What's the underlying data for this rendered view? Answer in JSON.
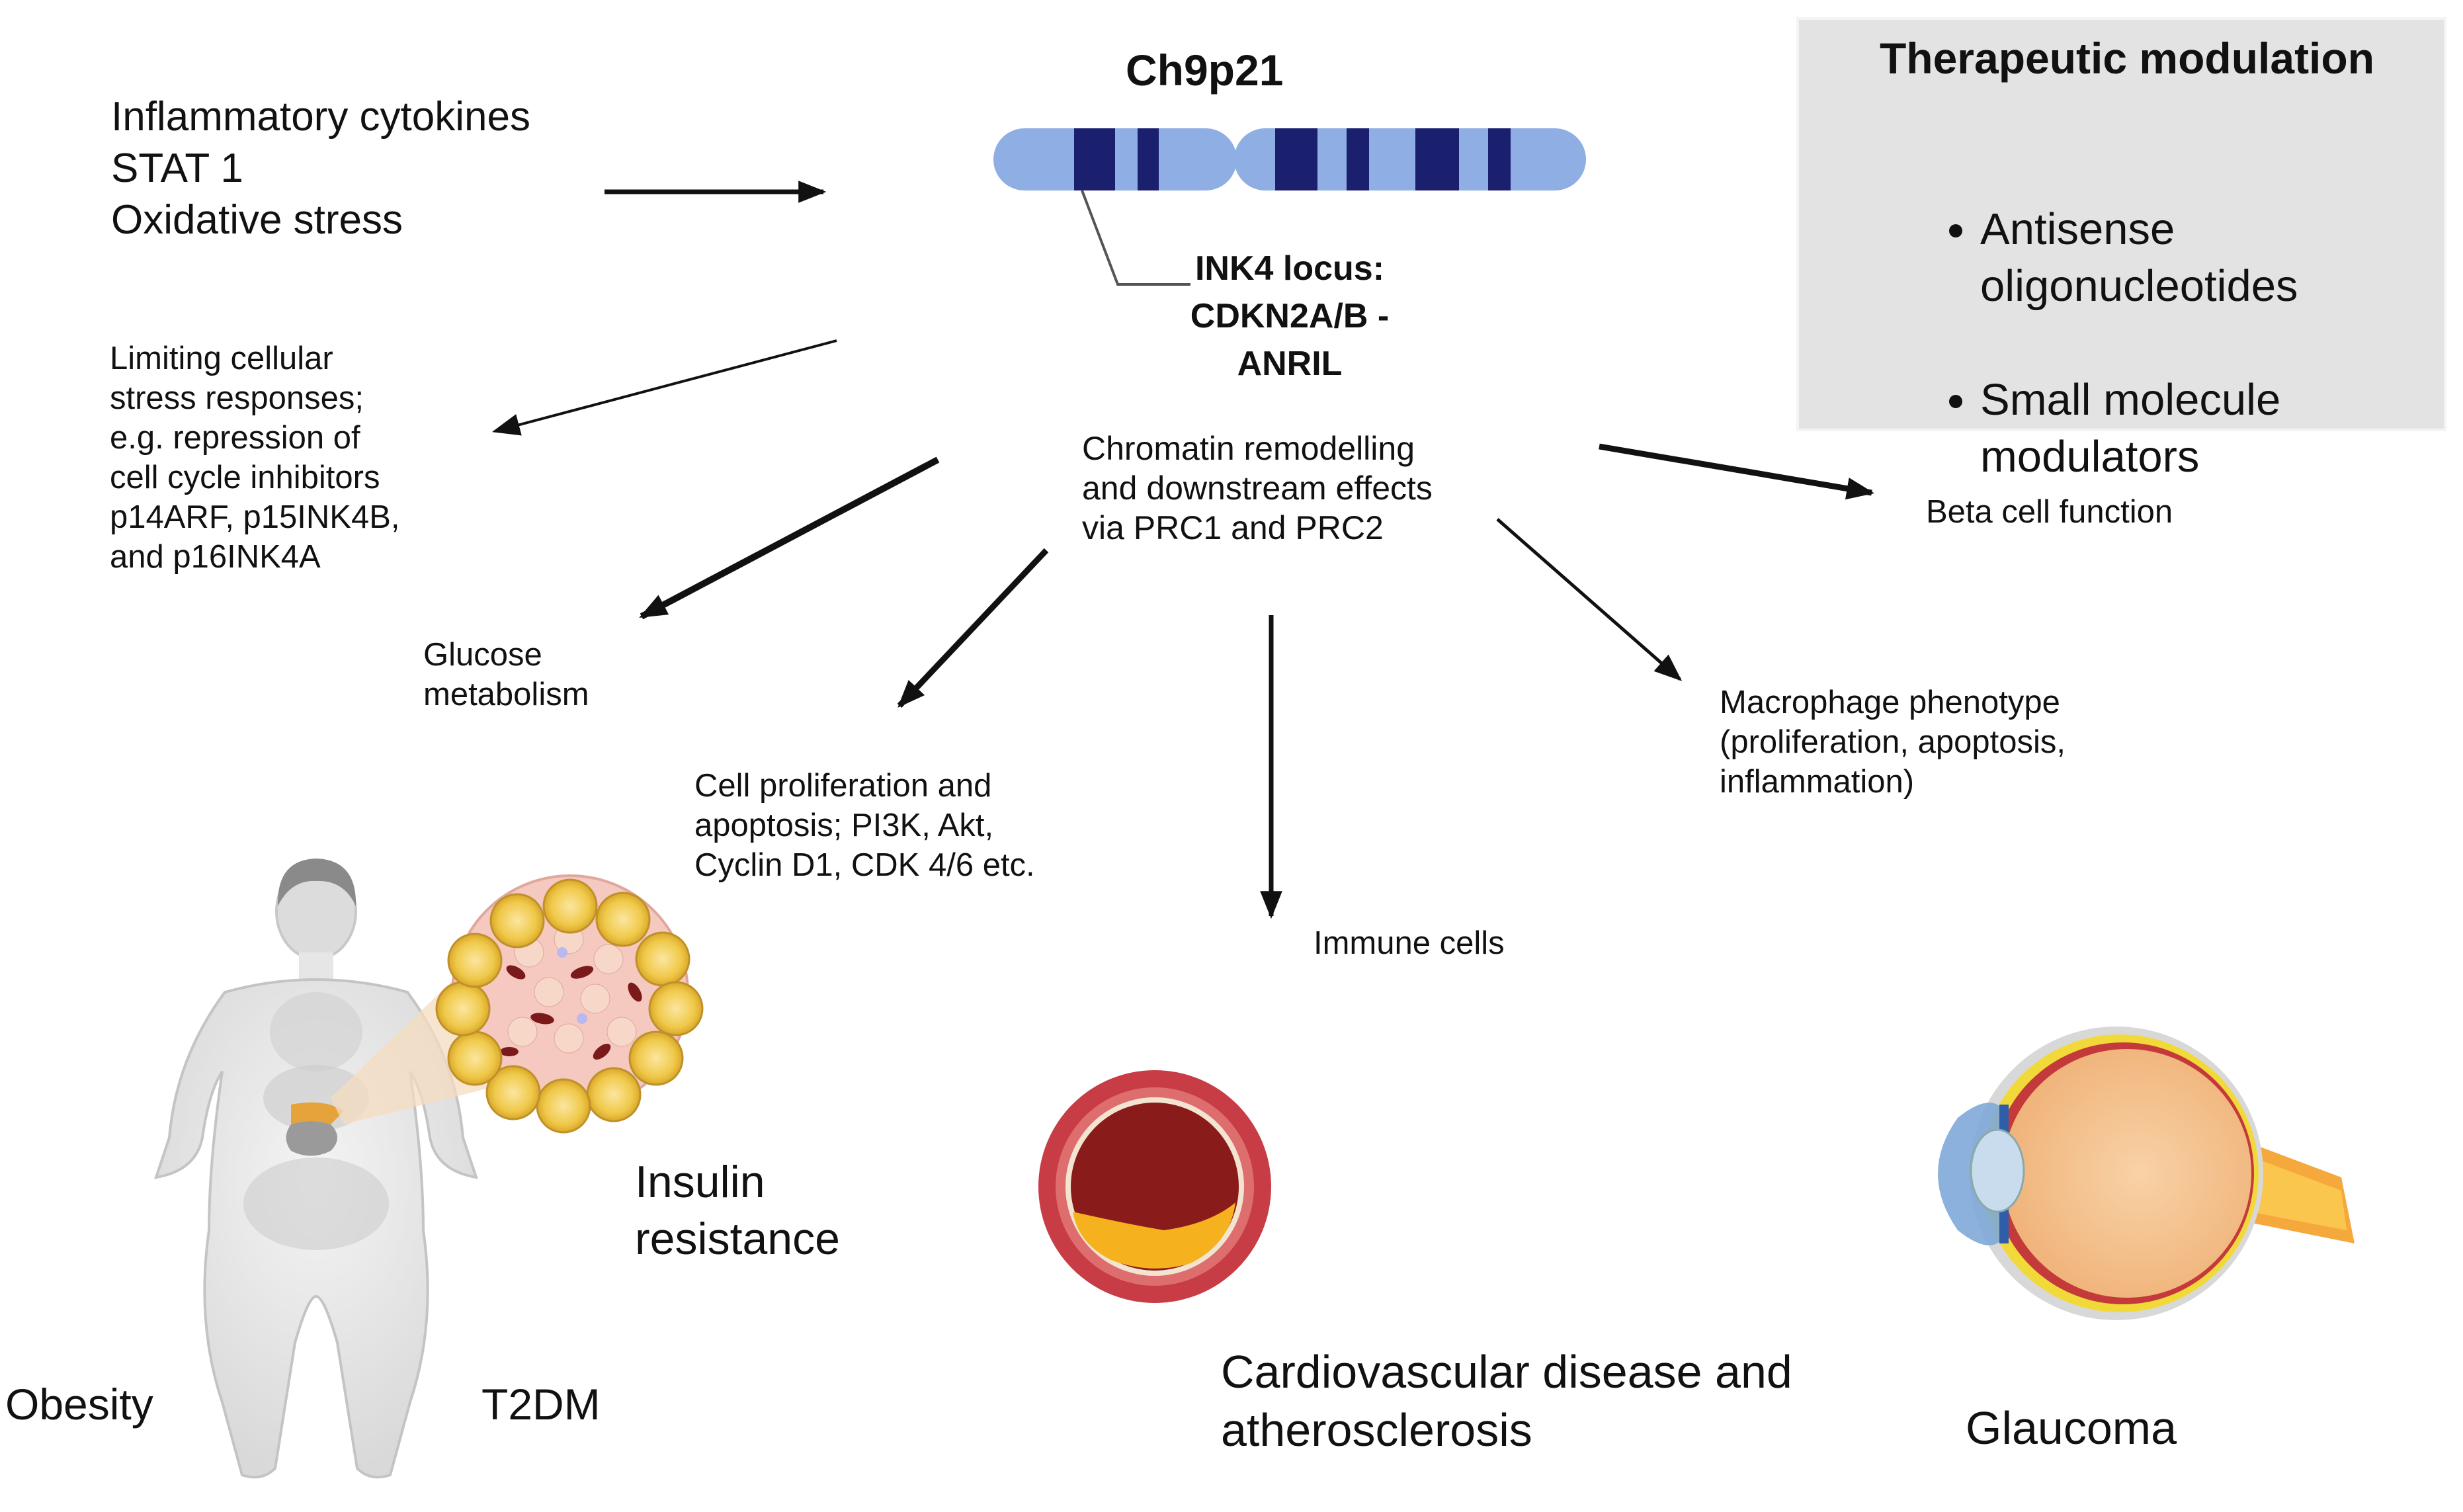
{
  "chromosome": {
    "label": "Ch9p21",
    "locus": "INK4 locus:\nCDKN2A/B -\nANRIL",
    "color_light": "#8faee3",
    "color_dark": "#1a1f6e"
  },
  "inputs": "Inflammatory cytokines\nSTAT 1\nOxidative stress",
  "center": "Chromatin remodelling\nand downstream effects\nvia PRC1 and PRC2",
  "effects": {
    "stress": "Limiting cellular\nstress responses;\ne.g. repression of\ncell cycle inhibitors\np14ARF, p15INK4B,\nand p16INK4A",
    "glucose": "Glucose\nmetabolism",
    "proliferation": "Cell proliferation and\napoptosis; PI3K, Akt,\nCyclin D1, CDK 4/6 etc.",
    "immune": "Immune cells",
    "macrophage": "Macrophage phenotype\n(proliferation, apoptosis,\ninflammation)",
    "beta": "Beta cell function"
  },
  "therapy": {
    "title": "Therapeutic modulation",
    "items": [
      "Antisense\noligonucleotides",
      "Small molecule\nmodulators"
    ],
    "box_color": "#e3e3e3"
  },
  "diseases": {
    "obesity": "Obesity",
    "t2dm": "T2DM",
    "insulin": "Insulin\nresistance",
    "cvd": "Cardiovascular disease and\natherosclerosis",
    "glaucoma": "Glaucoma"
  },
  "icons": [
    "chromosome-icon",
    "human-body-icon",
    "adipose-tissue-icon",
    "artery-cross-section-icon",
    "eye-anatomy-icon"
  ]
}
